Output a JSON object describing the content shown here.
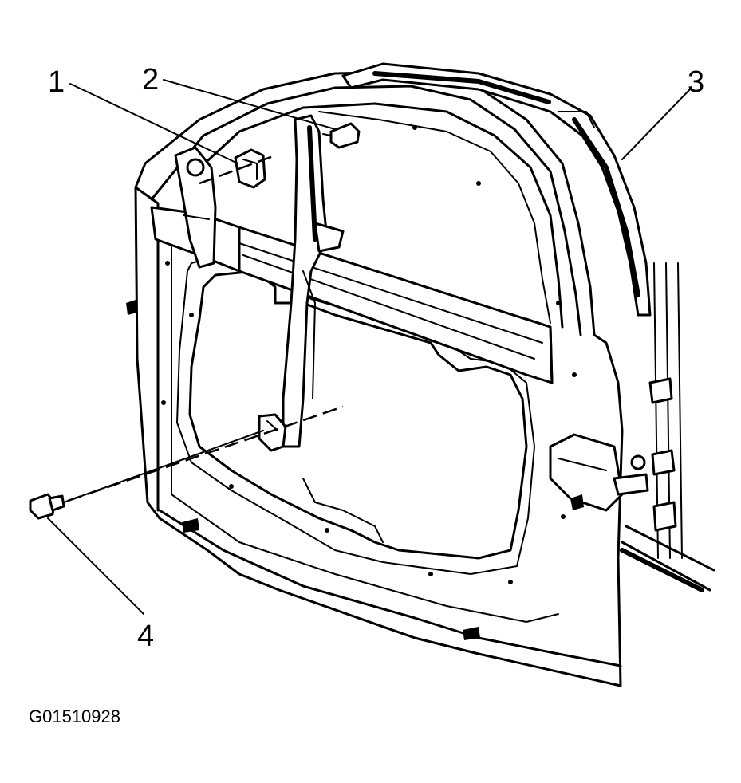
{
  "callouts": [
    {
      "id": "callout-1",
      "label": "1"
    },
    {
      "id": "callout-2",
      "label": "2"
    },
    {
      "id": "callout-3",
      "label": "3"
    },
    {
      "id": "callout-4",
      "label": "4"
    }
  ],
  "figure_id": "G01510928"
}
